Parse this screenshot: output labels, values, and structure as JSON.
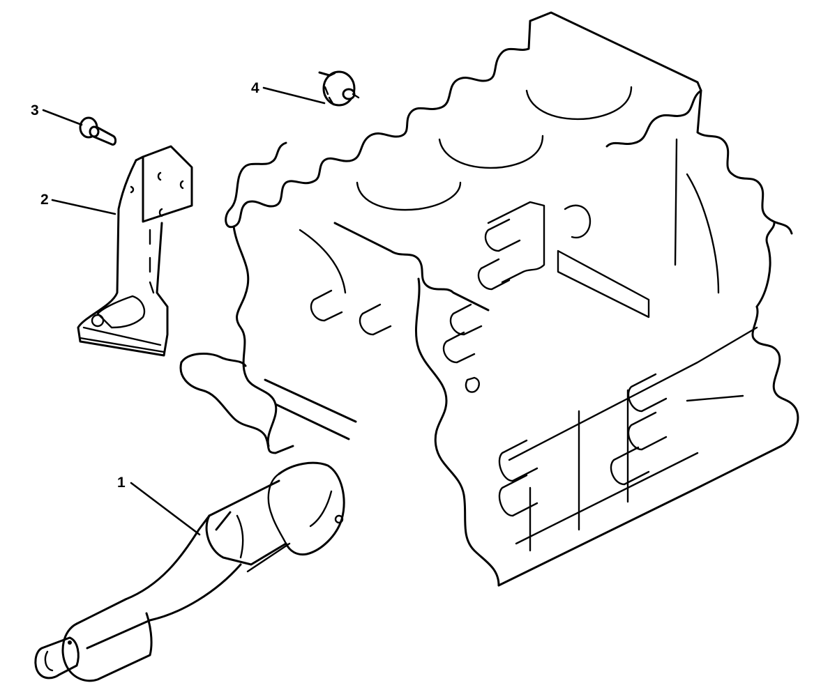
{
  "figure": {
    "subject": "engine-block-exploded-view",
    "background_color": "#ffffff",
    "line_color": "#000000"
  },
  "callouts": [
    {
      "id": "1",
      "label": "1",
      "part": "oil-pickup-tube-assembly"
    },
    {
      "id": "2",
      "label": "2",
      "part": "mounting-bracket"
    },
    {
      "id": "3",
      "label": "3",
      "part": "flange-bolt"
    },
    {
      "id": "4",
      "label": "4",
      "part": "sensor-switch"
    }
  ]
}
